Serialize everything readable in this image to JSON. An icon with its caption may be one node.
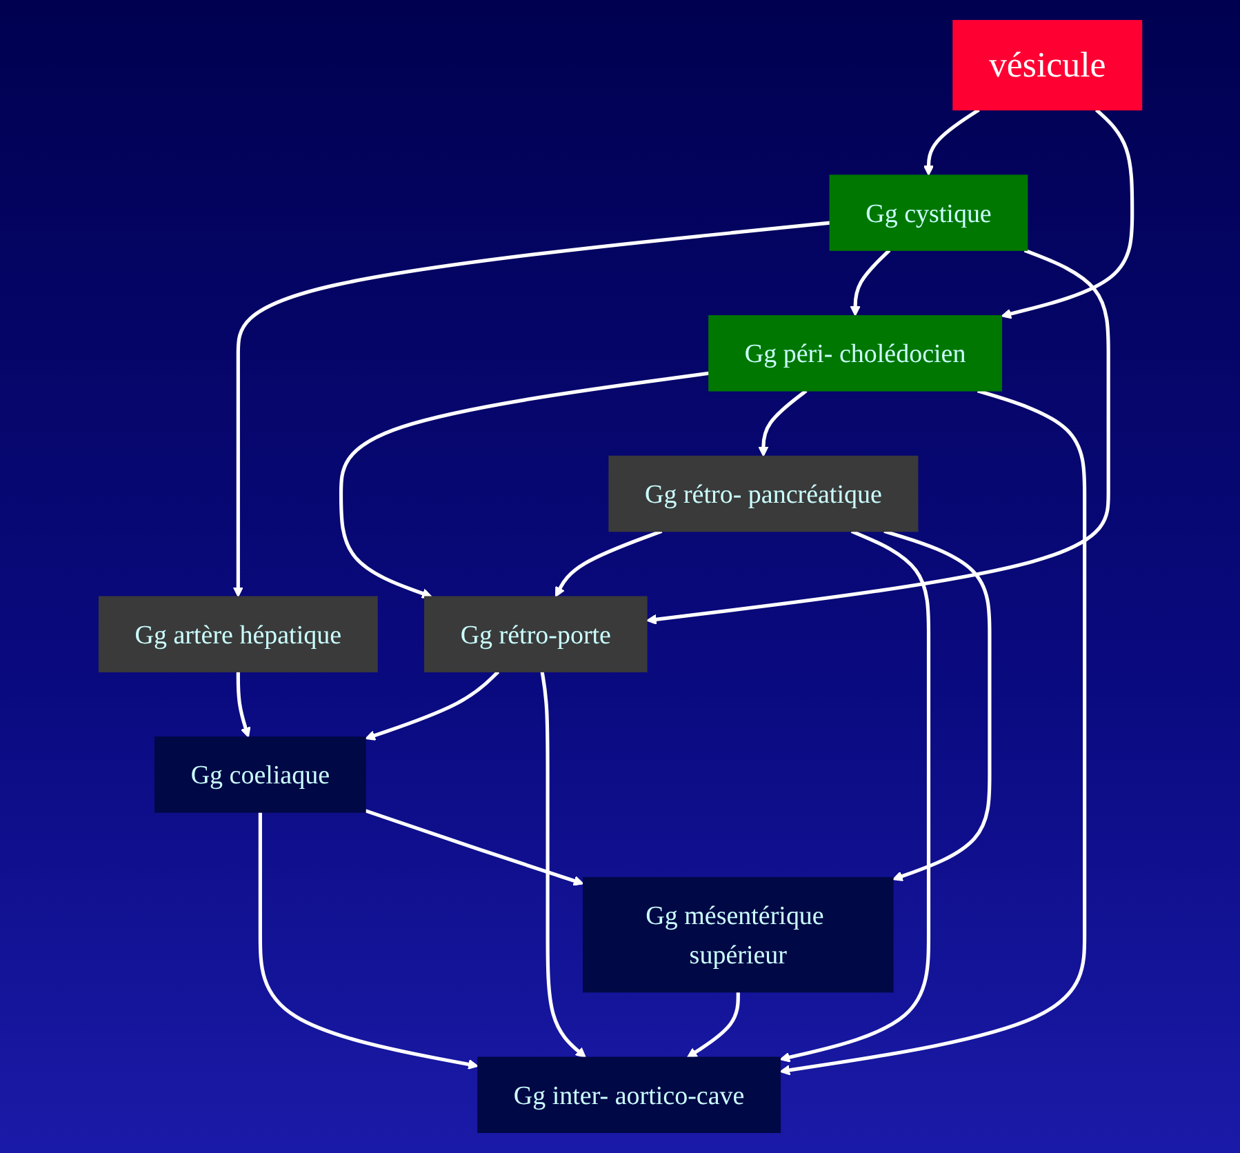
{
  "diagram": {
    "nodes": [
      {
        "text": [
          "vésicule"
        ]
      },
      {
        "text": [
          "Gg cystique"
        ]
      },
      {
        "text": [
          "Gg artère hépatique"
        ]
      },
      {
        "text": [
          "Gg péri- cholédocien"
        ]
      },
      {
        "text": [
          "Gg coeliaque"
        ]
      },
      {
        "text": [
          "Gg rétro-porte"
        ]
      },
      {
        "text": [
          "Gg rétro- pancréatique"
        ]
      },
      {
        "text": [
          "Gg inter- aortico-cave"
        ]
      },
      {
        "text": [
          "Gg mésentérique supérieur"
        ]
      }
    ],
    "edges": [
      {
        "from": 0,
        "to": 1,
        "arrow": "to"
      },
      {
        "from": 0,
        "to": 3,
        "arrow": "to"
      },
      {
        "from": 1,
        "to": 2,
        "arrow": "to"
      },
      {
        "from": 1,
        "to": 3,
        "arrow": "to"
      },
      {
        "from": 1,
        "to": 5,
        "arrow": "to"
      },
      {
        "from": 2,
        "to": 4,
        "arrow": "to"
      },
      {
        "from": 3,
        "to": 5,
        "arrow": "to"
      },
      {
        "from": 3,
        "to": 6,
        "arrow": "to"
      },
      {
        "from": 3,
        "to": 7,
        "arrow": "to"
      },
      {
        "from": 5,
        "to": 4,
        "arrow": "to"
      },
      {
        "from": 6,
        "to": 5,
        "arrow": "to"
      },
      {
        "from": 6,
        "to": 7,
        "arrow": "to"
      },
      {
        "from": 6,
        "to": 8,
        "arrow": "to"
      },
      {
        "from": 5,
        "to": 7,
        "arrow": "to"
      },
      {
        "from": 4,
        "to": 7,
        "arrow": "to"
      },
      {
        "from": 4,
        "to": 8,
        "arrow": "to"
      },
      {
        "from": 8,
        "to": 7,
        "arrow": "to"
      }
    ]
  }
}
